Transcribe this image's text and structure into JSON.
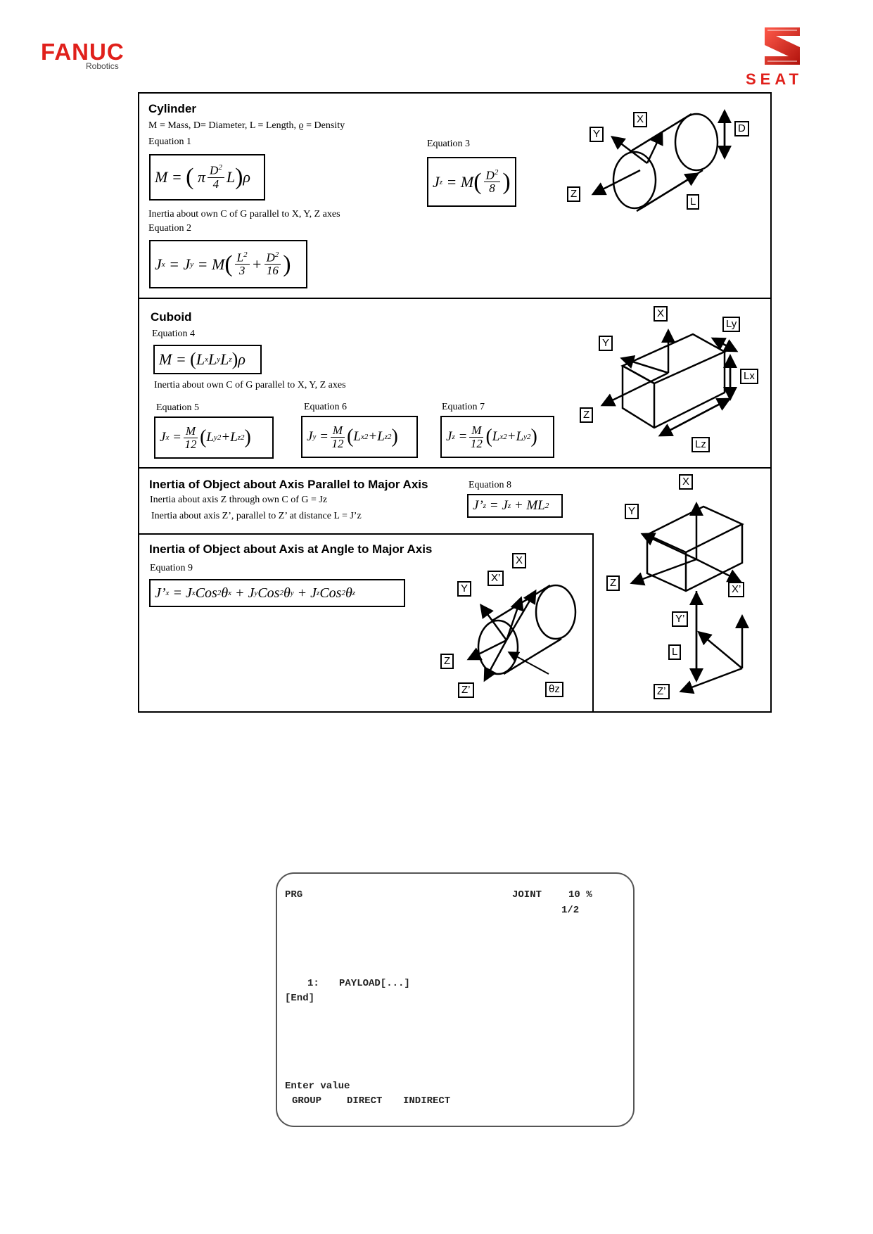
{
  "header": {
    "fanuc_brand": "FANUC",
    "fanuc_sub": "Robotics",
    "seat_brand": "SEAT"
  },
  "cylinder": {
    "title": "Cylinder",
    "legend": "M = Mass, D= Diameter, L = Length, ϱ = Density",
    "eq1_label": "Equation 1",
    "eq3_label": "Equation 3",
    "inertia_text": "Inertia about own C of G parallel to X, Y, Z axes",
    "eq2_label": "Equation 2",
    "axes": [
      "X",
      "Y",
      "Z",
      "D",
      "L"
    ]
  },
  "cuboid": {
    "title": "Cuboid",
    "eq4_label": "Equation 4",
    "inertia_text": "Inertia about own C of G parallel to X, Y, Z axes",
    "eq5_label": "Equation 5",
    "eq6_label": "Equation 6",
    "eq7_label": "Equation 7",
    "axes": [
      "X",
      "Y",
      "Z",
      "Ly",
      "Lx",
      "Lz"
    ]
  },
  "parallel": {
    "title": "Inertia of Object about Axis Parallel to Major Axis",
    "line1": "Inertia about axis Z through own C of G = Jz",
    "line2": "Inertia about axis Z’, parallel to Z’ at distance L = J’z",
    "eq8_label": "Equation 8",
    "axes": [
      "X",
      "Y",
      "Z",
      "X’",
      "Y’",
      "L",
      "Z’"
    ]
  },
  "angle": {
    "title": "Inertia of Object about Axis at Angle to Major Axis",
    "eq9_label": "Equation 9",
    "axes": [
      "X",
      "X’",
      "Y",
      "Z",
      "Z’",
      "θz"
    ]
  },
  "terminal": {
    "prog": "PRG",
    "mode": "JOINT",
    "speed": "10 %",
    "page": "1/2",
    "line_no": "1:",
    "instruction": "PAYLOAD[...]",
    "end": "[End]",
    "prompt": "Enter value",
    "option_group": "GROUP",
    "option_direct": "DIRECT",
    "option_indirect": "INDIRECT"
  }
}
